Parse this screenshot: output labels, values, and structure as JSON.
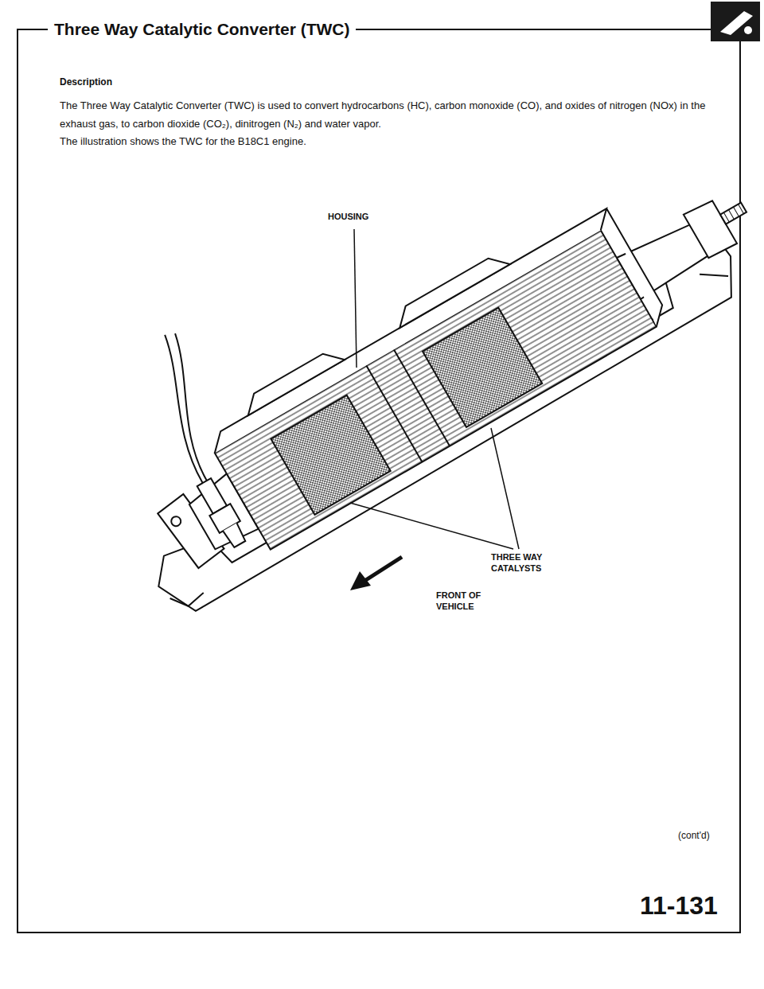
{
  "diagram": {
    "title": "Three Way Catalytic Converter (TWC)",
    "labels": [
      "Description",
      "The Three Way Catalytic Converter (TWC) is used to convert hydrocarbons (HC), carbon monoxide (CO), and oxides of nitrogen (NOx) in the exhaust gas, to carbon dioxide (CO₂), dinitrogen (N₂) and water vapor.",
      "The illustration shows the TWC for the B18C1 engine.",
      "HOUSING",
      "THREE WAY CATALYSTS",
      "FRONT OF VEHICLE",
      "(cont'd)",
      "11-131"
    ]
  }
}
